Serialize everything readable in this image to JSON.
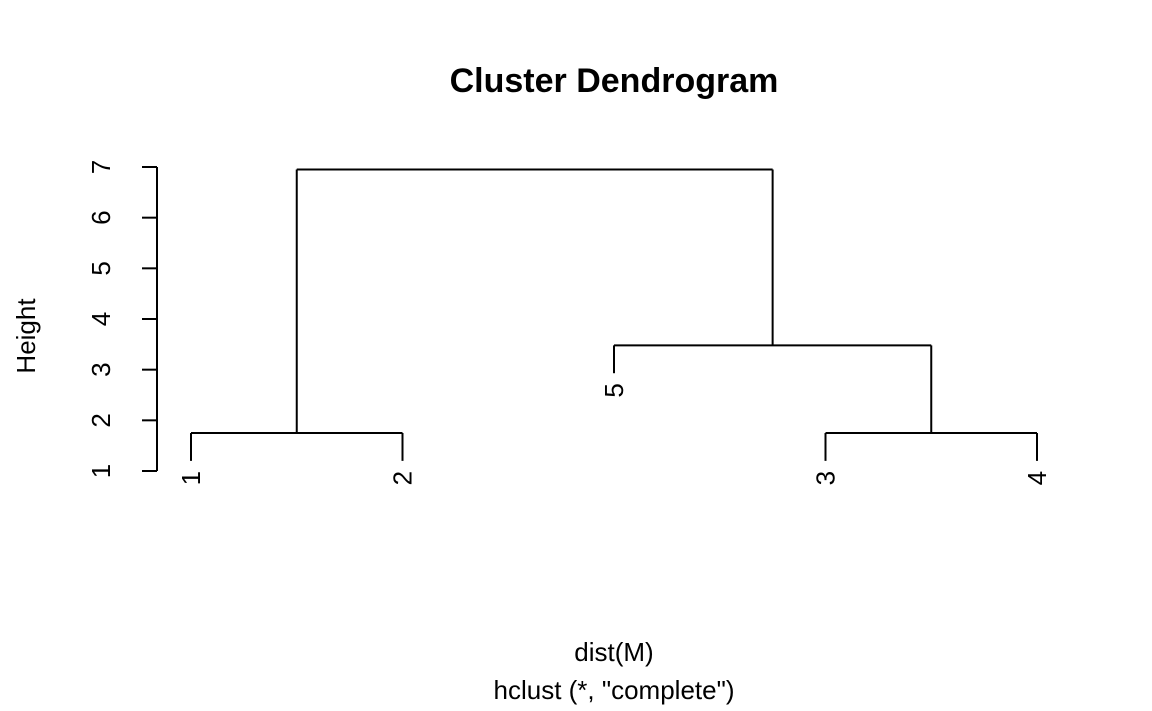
{
  "chart_data": {
    "type": "dendrogram",
    "title": "Cluster Dendrogram",
    "xlabel": "dist(M)",
    "sub": "hclust (*, \"complete\")",
    "ylabel": "Height",
    "ylim": [
      1,
      7
    ],
    "yticks": [
      1,
      2,
      3,
      4,
      5,
      6,
      7
    ],
    "colors": {
      "line": "#000000",
      "text": "#000000",
      "background": "#ffffff"
    },
    "leaves": [
      {
        "label": "1",
        "height": 1.75
      },
      {
        "label": "2",
        "height": 1.75
      },
      {
        "label": "5",
        "height": 3.48
      },
      {
        "label": "3",
        "height": 1.75
      },
      {
        "label": "4",
        "height": 1.75
      }
    ],
    "merges": [
      {
        "left": "1",
        "right": "2",
        "height": 1.75
      },
      {
        "left": "3",
        "right": "4",
        "height": 1.75
      },
      {
        "left": "5",
        "right": "3-4",
        "height": 3.48
      },
      {
        "left": "1-2",
        "right": "5-3-4",
        "height": 6.95
      }
    ]
  }
}
